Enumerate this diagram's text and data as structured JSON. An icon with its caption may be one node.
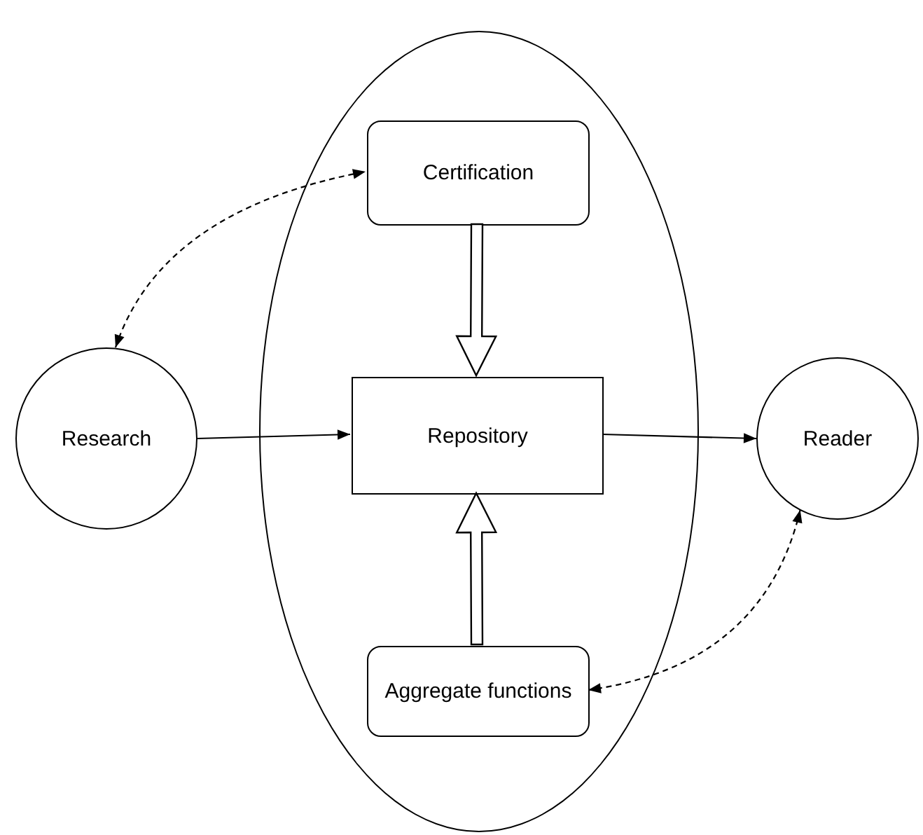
{
  "diagram": {
    "nodes": [
      {
        "text": [],
        "shape": "ellipse"
      },
      {
        "text": [
          "Certification"
        ],
        "in": 0
      },
      {
        "text": [
          "Research"
        ]
      },
      {
        "text": [
          "Repository"
        ],
        "in": 0
      },
      {
        "text": [
          "Reader"
        ]
      },
      {
        "text": [
          "Aggregate functions"
        ],
        "in": 0
      }
    ],
    "edges": [
      {
        "from": 2,
        "to": 1,
        "arrow": "both",
        "style": "dashed"
      },
      {
        "from": 1,
        "to": 3,
        "arrow": "to",
        "style": "thick"
      },
      {
        "from": 2,
        "to": 3,
        "arrow": "to"
      },
      {
        "from": 3,
        "to": 4,
        "arrow": "to"
      },
      {
        "from": 5,
        "to": 3,
        "arrow": "to",
        "style": "thick"
      },
      {
        "from": 4,
        "to": 5,
        "arrow": "both",
        "style": "dashed"
      }
    ]
  }
}
